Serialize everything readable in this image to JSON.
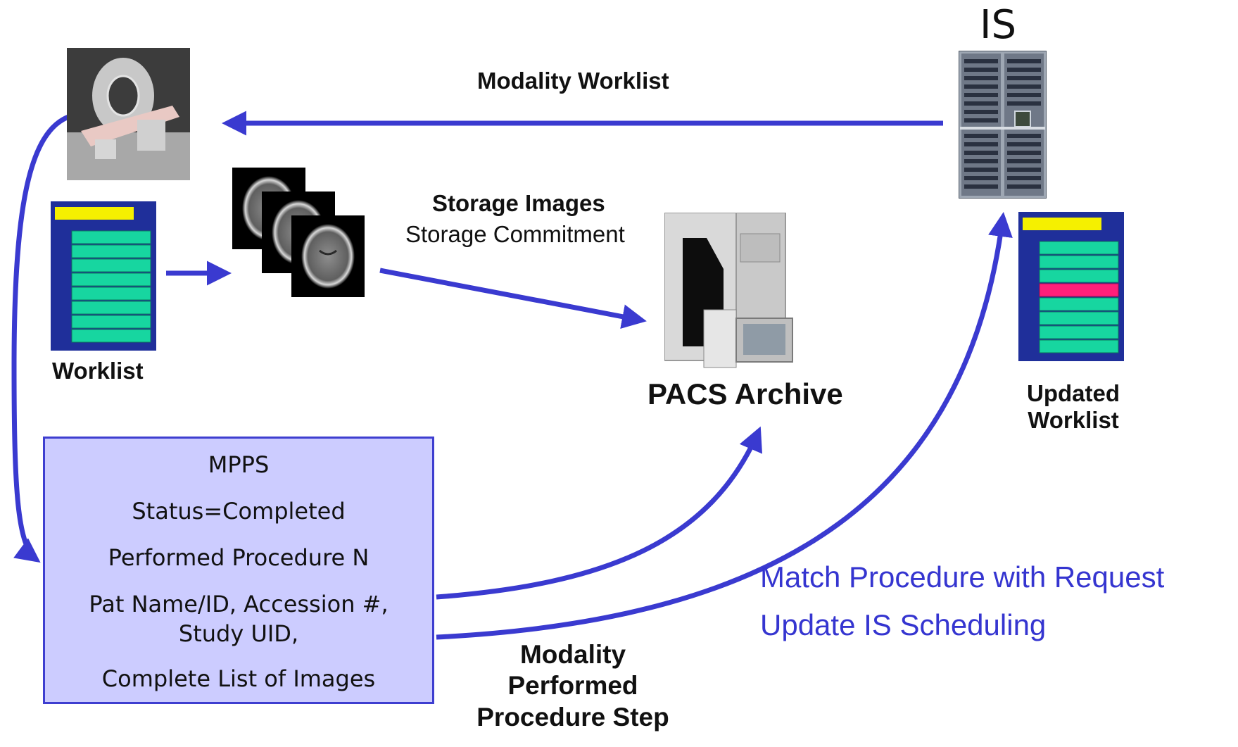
{
  "is_label": "IS",
  "labels": {
    "modality_worklist": "Modality Worklist",
    "storage_images": "Storage Images",
    "storage_commitment": "Storage Commitment",
    "worklist": "Worklist",
    "pacs_archive": "PACS Archive",
    "updated_worklist_line1": "Updated",
    "updated_worklist_line2": "Worklist",
    "mpps_step_line1": "Modality",
    "mpps_step_line2": "Performed",
    "mpps_step_line3": "Procedure Step",
    "match_procedure": "Match Procedure with Request",
    "update_is": "Update IS Scheduling"
  },
  "mpps_box": {
    "title": "MPPS",
    "status": "Status=Completed",
    "performed": "Performed Procedure N",
    "pat_line1": "Pat Name/ID, Accession #,",
    "pat_line2": "Study UID,",
    "complete": "Complete List of Images"
  },
  "colors": {
    "arrow": "#3a3ad0",
    "mpps_fill": "#ccccff",
    "worklist_bg": "#1f2f9a",
    "worklist_header": "#f5f000",
    "worklist_row": "#17d6a0",
    "worklist_highlight": "#ff1f7a",
    "blue_text": "#3535d0"
  }
}
